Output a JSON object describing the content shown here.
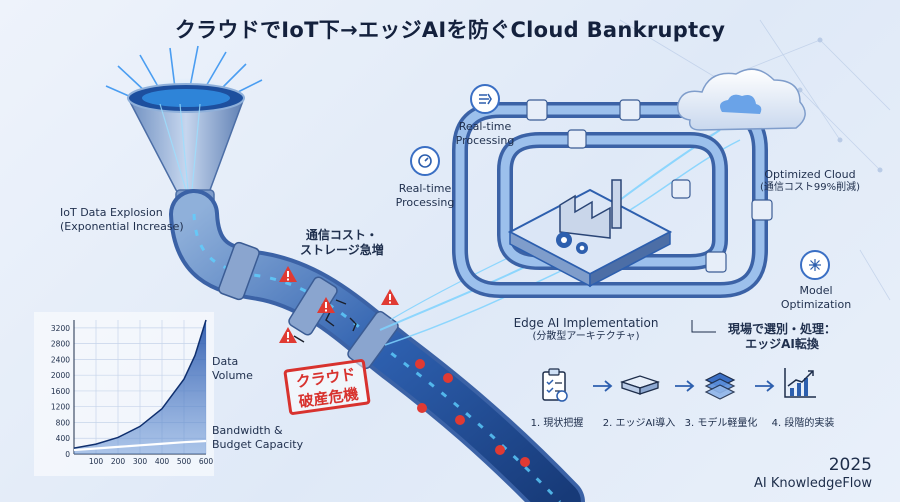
{
  "title": "クラウドでIoT下→エッジAIを防ぐCloud Bankruptcy",
  "labels": {
    "iot_explosion": "IoT Data Explosion",
    "iot_explosion_sub": "(Exponential Increase)",
    "cost_warning_line1": "通信コスト・",
    "cost_warning_line2": "ストレージ急増",
    "realtime_top_line1": "Real-time",
    "realtime_top_line2": "Processing",
    "realtime_mid_line1": "Real-time",
    "realtime_mid_line2": "Processing",
    "optimized_cloud": "Optimized Cloud",
    "optimized_cloud_sub": "(通信コスト99%削減)",
    "model_opt_line1": "Model",
    "model_opt_line2": "Optimization",
    "edge_ai": "Edge AI Implementation",
    "edge_ai_sub": "(分散型アーキテクチャ)",
    "onsite_line1": "現場で選別・処理：",
    "onsite_line2": "エッジAI転換",
    "stamp_line1": "クラウド",
    "stamp_line2": "破産危機"
  },
  "steps": [
    {
      "label": "1. 現状把握",
      "icon": "clipboard-check-icon"
    },
    {
      "label": "2. エッジAI導入",
      "icon": "edge-device-icon"
    },
    {
      "label": "3. モデル軽量化",
      "icon": "chip-icon"
    },
    {
      "label": "4. 段階的実装",
      "icon": "growth-chart-icon"
    }
  ],
  "chart_data": {
    "type": "area",
    "x": [
      100,
      200,
      300,
      400,
      500,
      600
    ],
    "y_ticks": [
      0,
      400,
      800,
      1200,
      1600,
      2000,
      2400,
      2800,
      3200
    ],
    "ylim": [
      0,
      3400
    ],
    "xlim": [
      0,
      600
    ],
    "series": [
      {
        "name": "Data Volume",
        "x": [
          0,
          100,
          200,
          300,
          400,
          500,
          550,
          600
        ],
        "values": [
          150,
          250,
          420,
          700,
          1150,
          1900,
          2500,
          3400
        ]
      },
      {
        "name": "Bandwidth & Budget Capacity",
        "x": [
          0,
          100,
          200,
          300,
          400,
          500,
          600
        ],
        "values": [
          100,
          140,
          180,
          220,
          260,
          300,
          330
        ]
      }
    ],
    "legend_line1": "Data",
    "legend_line2": "Volume",
    "legend_bw_line1": "Bandwidth &",
    "legend_bw_line2": "Budget Capacity",
    "grid": true
  },
  "footer": {
    "year": "2025",
    "brand": "AI KnowledgeFlow"
  }
}
